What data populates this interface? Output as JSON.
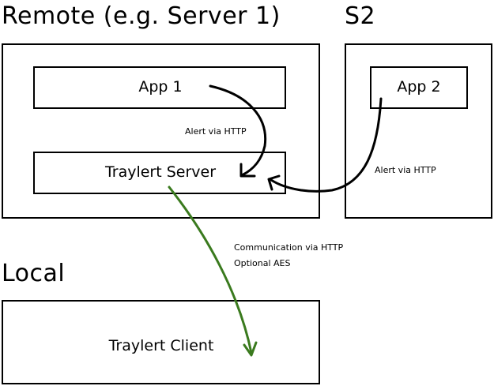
{
  "headings": {
    "remote": "Remote (e.g. Server 1)",
    "s2": "S2",
    "local": "Local"
  },
  "boxes": {
    "app1": "App 1",
    "app2": "App 2",
    "server": "Traylert Server",
    "client": "Traylert Client"
  },
  "notes": {
    "alert_app1": "Alert via HTTP",
    "alert_app2": "Alert via HTTP",
    "comm_line1": "Communication via HTTP",
    "comm_line2": "Optional AES"
  },
  "colors": {
    "alert_arrow": "#000000",
    "communication_arrow": "#3a7a1e"
  }
}
